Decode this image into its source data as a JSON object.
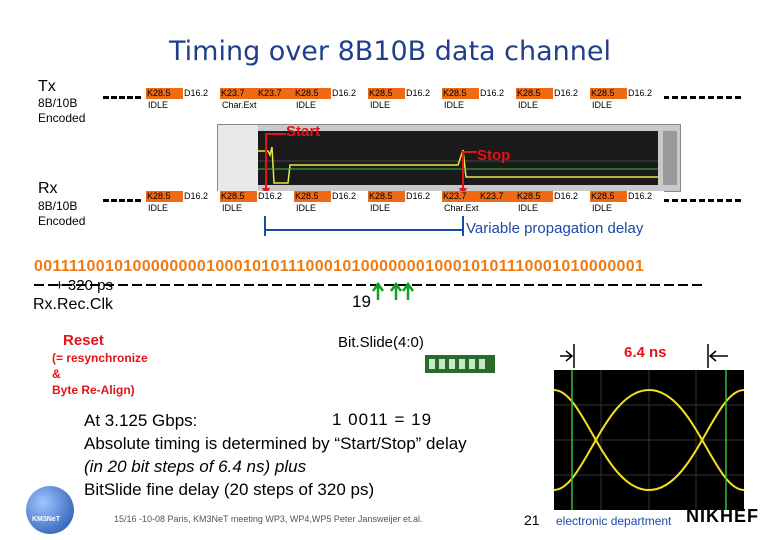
{
  "title": "Timing over 8B10B data channel",
  "tx": {
    "label": "Tx",
    "sub1": "8B/10B",
    "sub2": "Encoded"
  },
  "rx": {
    "label": "Rx",
    "sub1": "8B/10B",
    "sub2": "Encoded"
  },
  "tx_symbols": [
    "K28.5",
    "D16.2",
    "K23.7",
    "K23.7",
    "K28.5",
    "D16.2",
    "K28.5",
    "D16.2",
    "K28.5",
    "D16.2",
    "K28.5",
    "D16.2",
    "K28.5",
    "D16.2"
  ],
  "tx_idle": [
    "IDLE",
    "Char.Ext",
    "IDLE",
    "IDLE",
    "IDLE",
    "IDLE",
    "IDLE"
  ],
  "rx_symbols": [
    "K28.5",
    "D16.2",
    "K28.5",
    "D16.2",
    "K28.5",
    "D16.2",
    "K28.5",
    "D16.2",
    "K23.7",
    "K23.7",
    "K28.5",
    "D16.2",
    "K28.5",
    "D16.2"
  ],
  "rx_idle": [
    "IDLE",
    "IDLE",
    "IDLE",
    "IDLE",
    "Char.Ext",
    "IDLE",
    "IDLE"
  ],
  "start_label": "Start",
  "stop_label": "Stop",
  "prop_delay_label": "Variable propagation delay",
  "bitstream": "0011110010100000000100010101110001010000000100010101110001010000001",
  "ps_label": "+ 320 ps",
  "rxrecclk_label": "Rx.Rec.Clk",
  "bitslide_count": "19",
  "reset_label": "Reset",
  "resync": [
    "(= resynchronize",
    "&",
    "Byte Re-Align)"
  ],
  "bitslide_label": "Bit.Slide(4:0)",
  "ns_label": "6.4 ns",
  "eq_left": "At 3.125 Gbps:",
  "eq_bits": "1 0011 = 19",
  "line2": "Absolute timing is determined by “Start/Stop” delay",
  "line3": "(in 20 bit steps of 6.4 ns) plus",
  "line4": "BitSlide fine delay (20 steps of 320 ps)",
  "footer": "15/16 -10-08 Paris, KM3NeT meeting WP3, WP4,WP5 Peter Jansweijer et.al.",
  "page_number": "21",
  "dept": "electronic department",
  "logo_text": "NIKHEF",
  "km3_text": "KM3NeT"
}
